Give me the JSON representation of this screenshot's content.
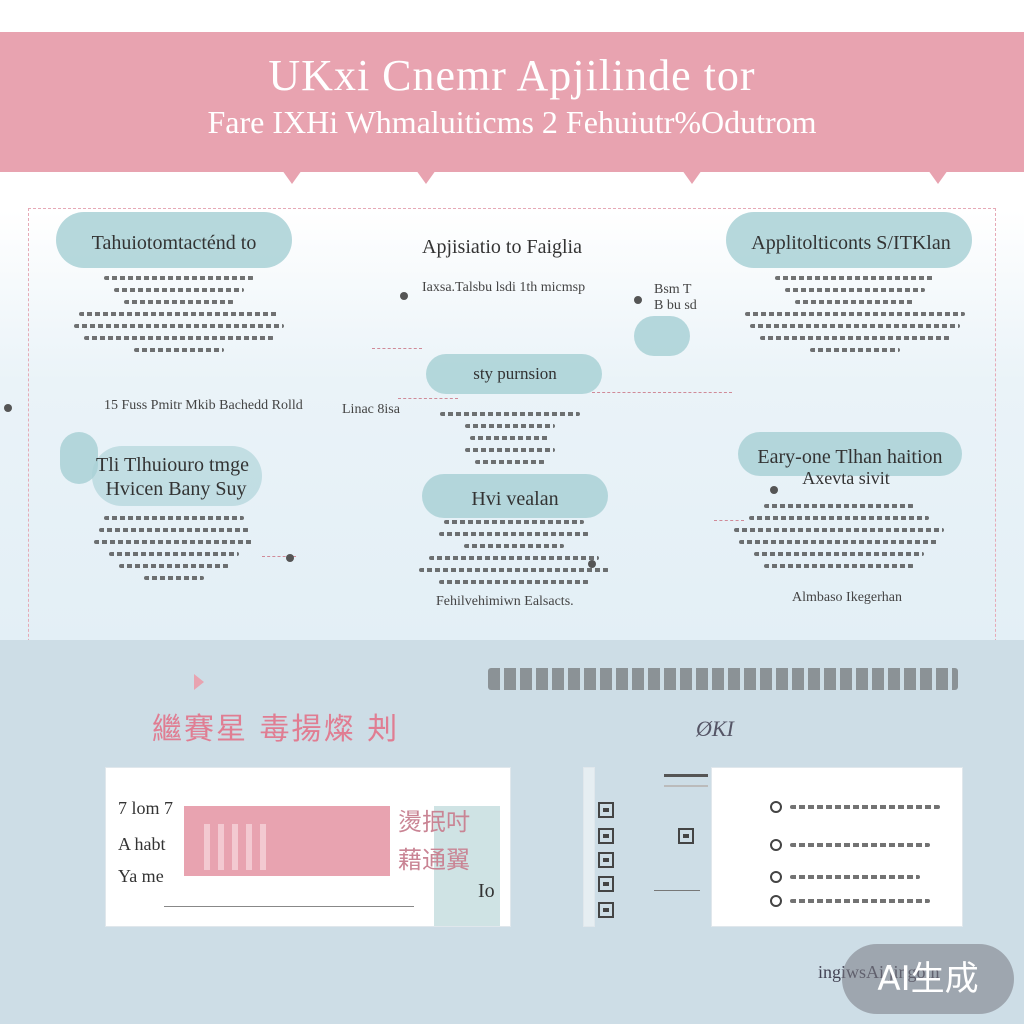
{
  "header": {
    "title": "UKxi Cnemr Apjilinde tor",
    "subtitle": "Fare IXHi Whmaluiticms 2 Fehuiutr%Odutrom"
  },
  "cards": [
    {
      "title": "Tahuiotomtacténd to",
      "caption": ""
    },
    {
      "title": "Apjisiatio to Faiglia",
      "caption": "Iaxsa.Talsbu lsdi 1th micmsp"
    },
    {
      "title": "Applitolticonts S/ITKlan",
      "caption": ""
    },
    {
      "title": "sty purnsion",
      "caption": ""
    },
    {
      "title": "Tli Tlhuiouro tmge",
      "subtitle": "Hvicen Bany Suy"
    },
    {
      "title": "Hvi vealan",
      "caption": "Fehilvehimiwn Ealsacts."
    },
    {
      "title": "Eary-one Tlhan haition",
      "subtitle": "Axevta sivit"
    }
  ],
  "map_captions": {
    "left_mid": "15 Fuss Pmitr Mkib Bachedd Rolld",
    "left_mid_small": "Linac 8isa",
    "right_small": "Bsm T\nB bu sd",
    "right_bottom": "Almbaso Ikegerhan"
  },
  "bottom": {
    "cjk_title": "繼賽星 毒揚燦 刔",
    "bar_label": "ØKI",
    "left_panel_labels": [
      "7 lom 7",
      "A habt",
      "Ya me"
    ],
    "cjk_overlay": [
      "燙抿吋",
      "藉通翼"
    ],
    "overlay_small": "Io",
    "footer_text": "ingiwsAi jingoin",
    "badge": "AI生成"
  },
  "colors": {
    "pink": "#e8a3b0",
    "teal": "#a9d1d6",
    "pale_blue": "#cddde6"
  }
}
